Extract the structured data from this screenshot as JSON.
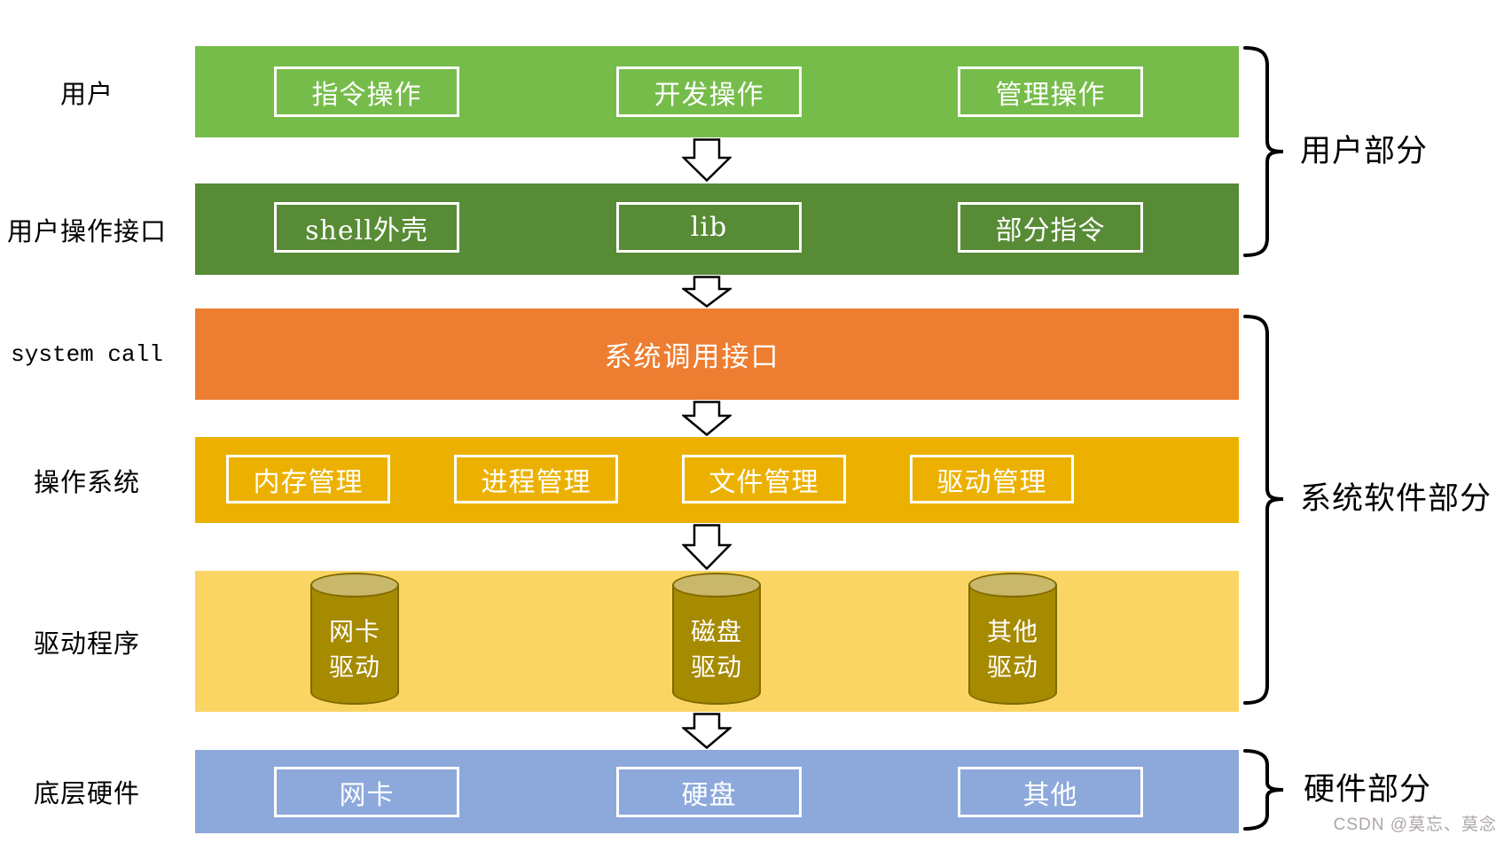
{
  "layers": [
    {
      "name": "用户",
      "items": [
        "指令操作",
        "开发操作",
        "管理操作"
      ]
    },
    {
      "name": "用户操作接口",
      "items": [
        "shell外壳",
        "lib",
        "部分指令"
      ]
    },
    {
      "name": "system call",
      "title": "系统调用接口"
    },
    {
      "name": "操作系统",
      "items": [
        "内存管理",
        "进程管理",
        "文件管理",
        "驱动管理"
      ]
    },
    {
      "name": "驱动程序",
      "cylinders": [
        {
          "line1": "网卡",
          "line2": "驱动"
        },
        {
          "line1": "磁盘",
          "line2": "驱动"
        },
        {
          "line1": "其他",
          "line2": "驱动"
        }
      ]
    },
    {
      "name": "底层硬件",
      "items": [
        "网卡",
        "硬盘",
        "其他"
      ]
    }
  ],
  "groups": [
    {
      "label": "用户部分"
    },
    {
      "label": "系统软件部分"
    },
    {
      "label": "硬件部分"
    }
  ],
  "watermark": "CSDN @莫忘、莫念",
  "colors": {
    "layer_user": "#76BC4A",
    "layer_interface": "#578B35",
    "layer_syscall": "#ED7D31",
    "layer_os": "#ECB100",
    "layer_driver": "#FAD564",
    "layer_hardware": "#8DA9DB",
    "cylinder_body": "#A68A00",
    "cylinder_top": "#C9B86B",
    "cylinder_border": "#7F6A00",
    "box_border": "#FFFFFF",
    "box_text": "#FFFFFF",
    "label_text": "#000000",
    "arrow_fill": "#FFFFFF",
    "arrow_border": "#000000",
    "watermark_text": "#ADA6A6"
  }
}
